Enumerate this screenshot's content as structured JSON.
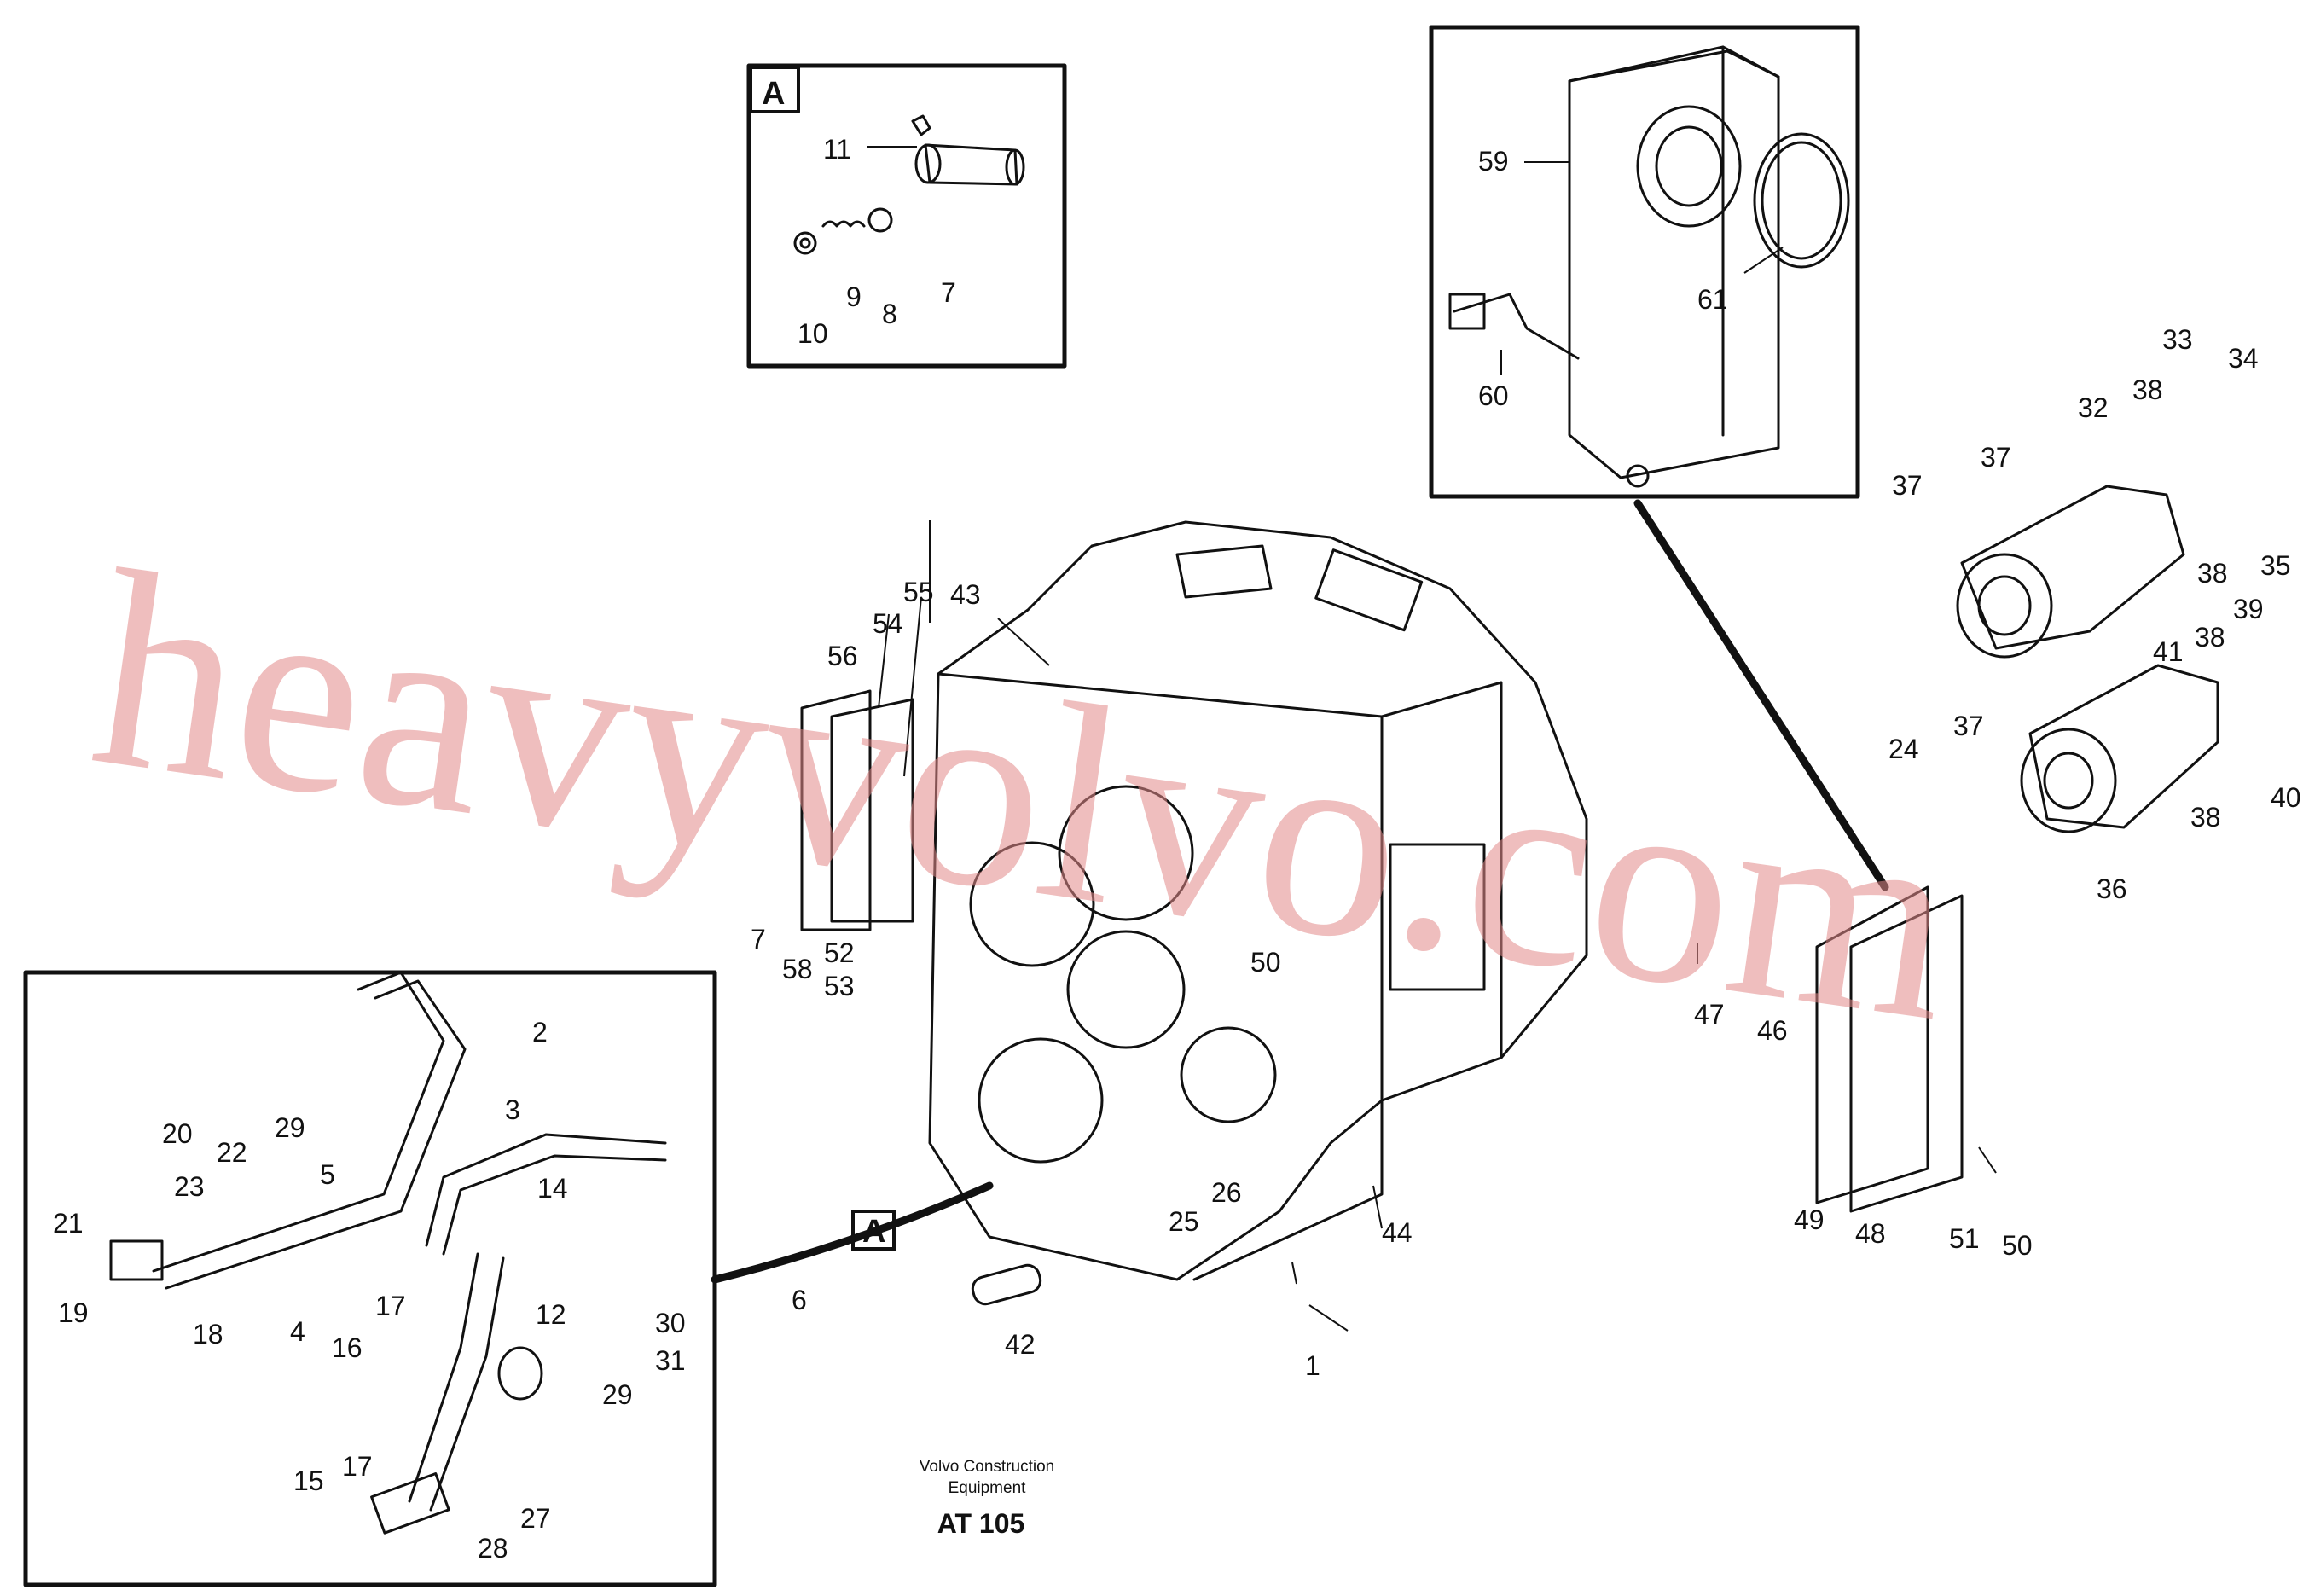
{
  "caption": {
    "line1": "Volvo Construction",
    "line2": "Equipment",
    "code": "AT 105"
  },
  "watermark": "heavyvolvo.com",
  "detail_a_label": "A",
  "part_labels": [
    "1",
    "2",
    "3",
    "4",
    "5",
    "6",
    "7",
    "8",
    "9",
    "10",
    "11",
    "12",
    "14",
    "15",
    "16",
    "17",
    "18",
    "19",
    "20",
    "21",
    "22",
    "23",
    "24",
    "25",
    "26",
    "27",
    "28",
    "29",
    "30",
    "31",
    "32",
    "33",
    "34",
    "35",
    "36",
    "37",
    "38",
    "39",
    "40",
    "41",
    "42",
    "43",
    "44",
    "46",
    "47",
    "48",
    "49",
    "50",
    "51",
    "52",
    "53",
    "54",
    "55",
    "56",
    "58",
    "59",
    "60",
    "61"
  ]
}
